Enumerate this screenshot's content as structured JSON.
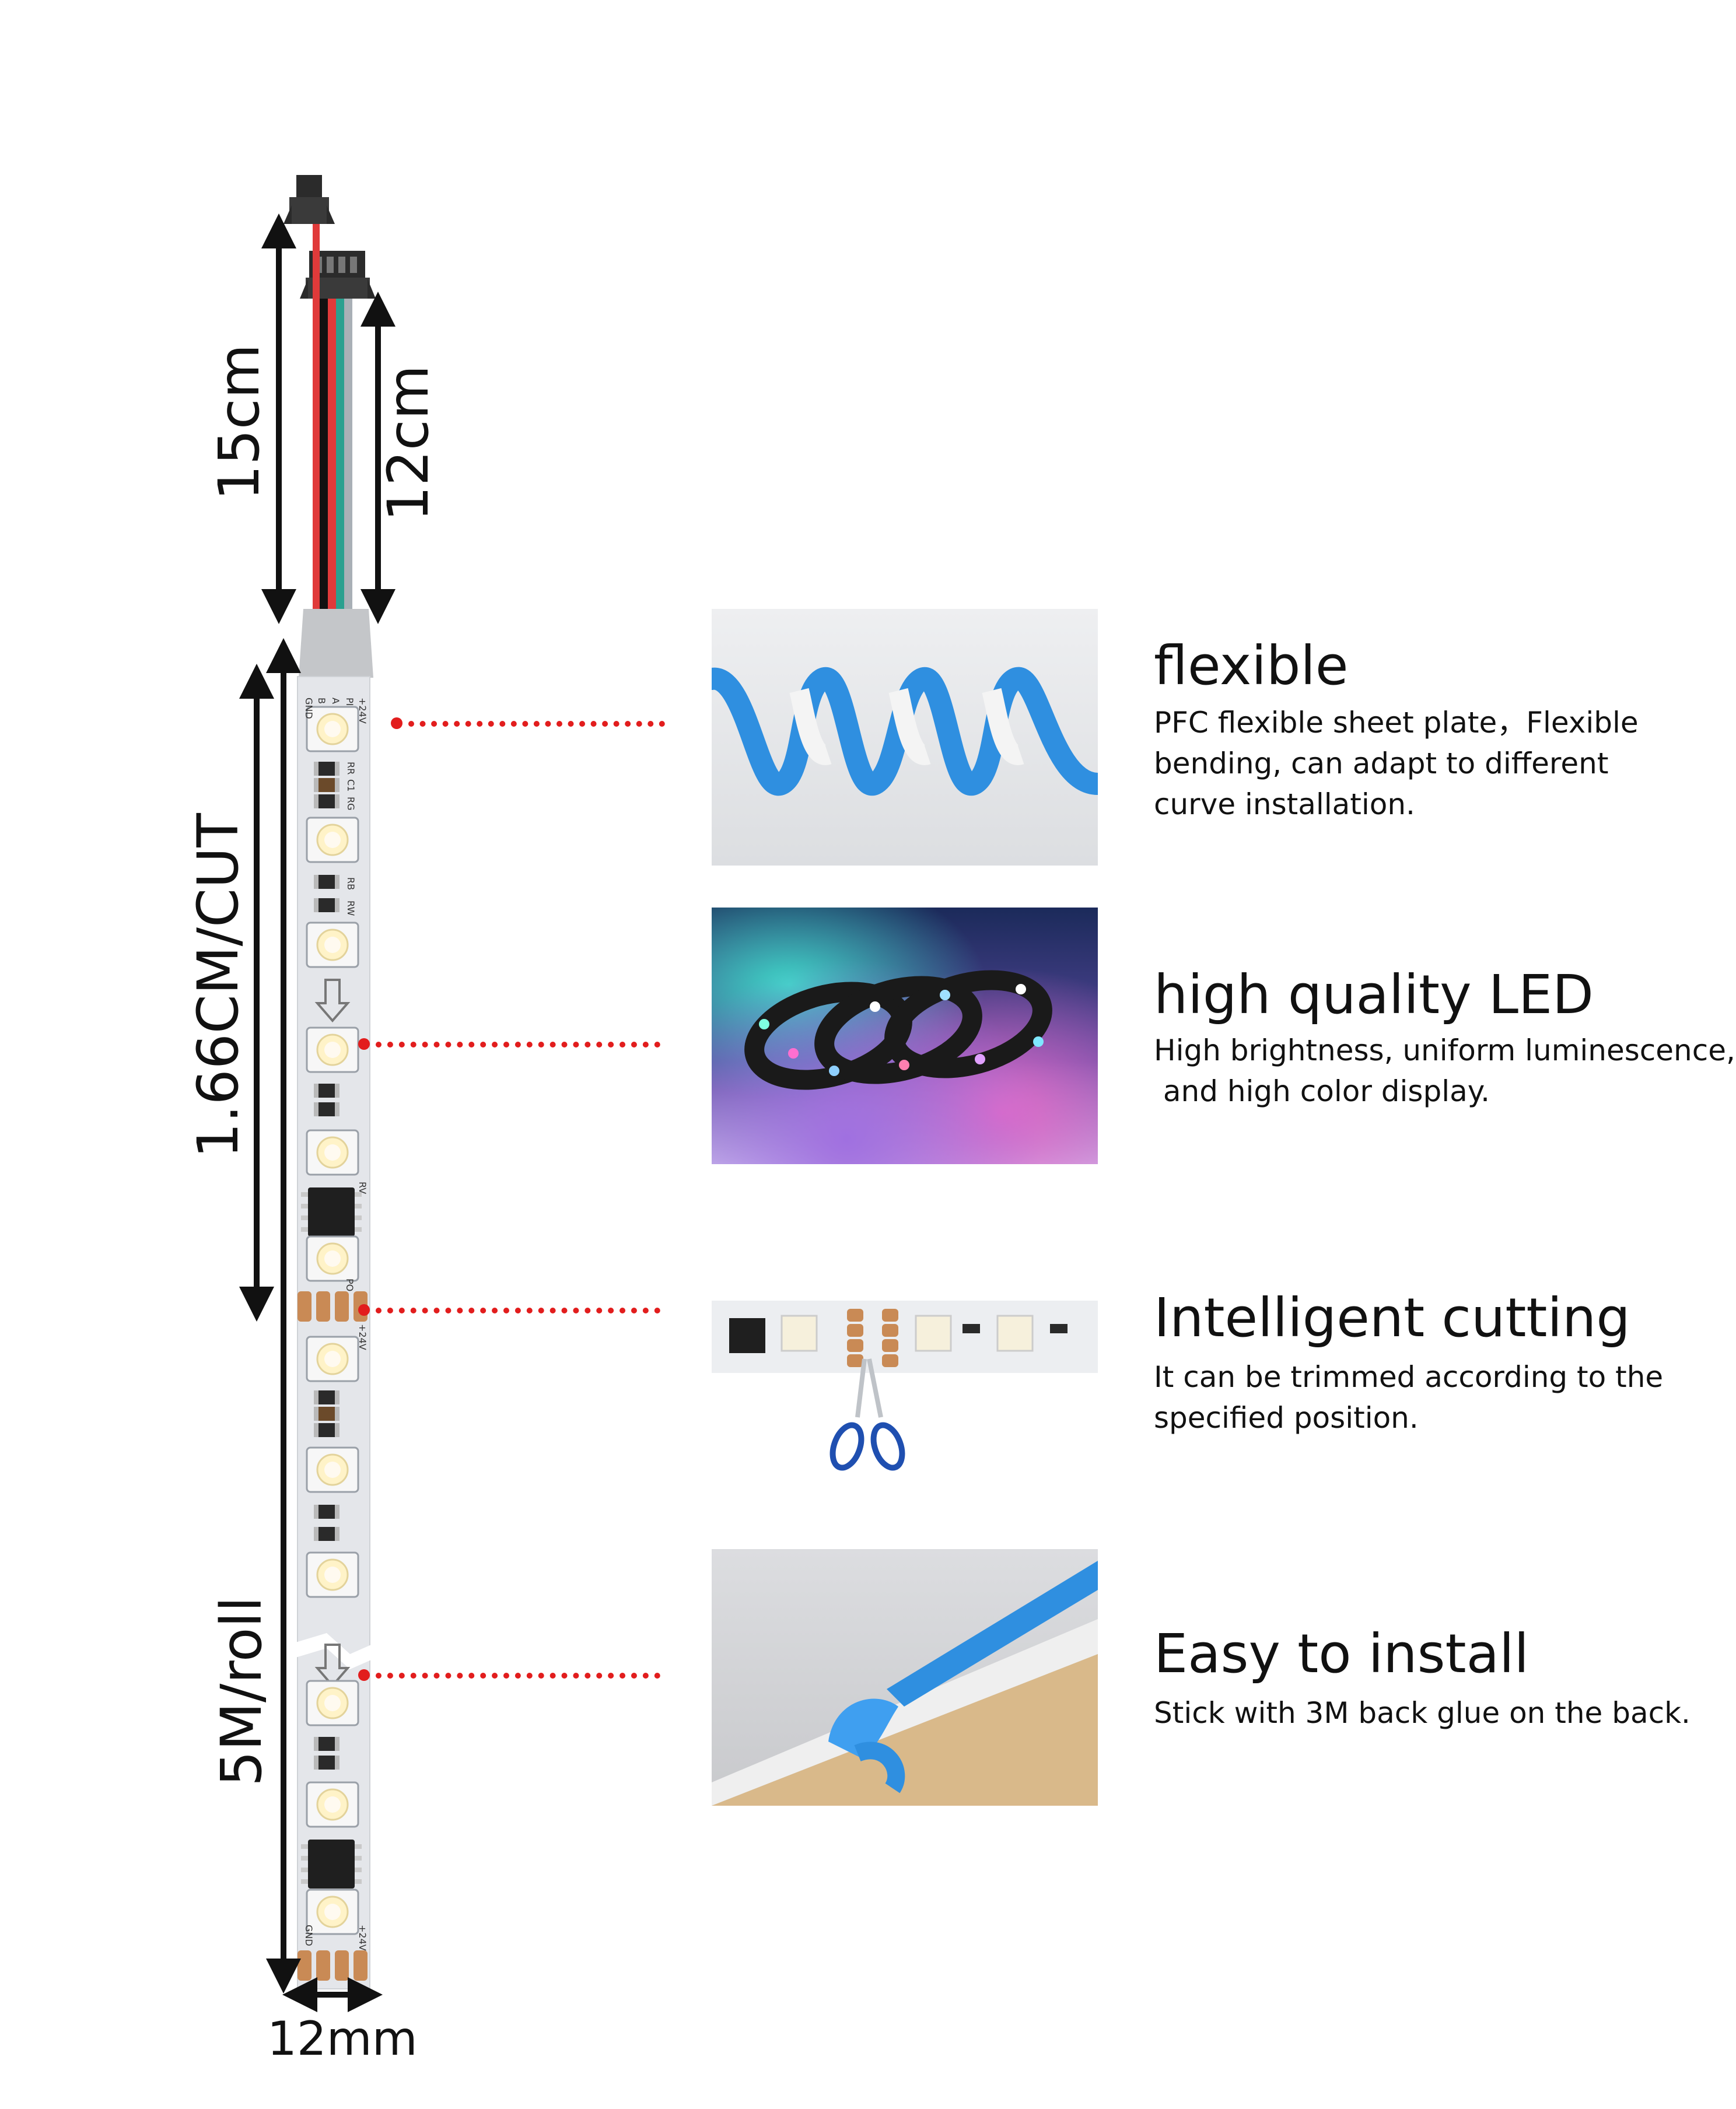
{
  "dimensions": {
    "lead_long": "15cm",
    "lead_short": "12cm",
    "cut_unit": "1.66CM/CUT",
    "roll_length": "5M/roll",
    "strip_width": "12mm"
  },
  "pcb_labels": {
    "plus24v": "+24V",
    "gnd": "GND",
    "pi": "PI",
    "po": "PO",
    "a": "A",
    "b": "B",
    "rr": "RR",
    "c1": "C1",
    "rg": "RG",
    "rb": "RB",
    "rw": "RW",
    "rv": "RV"
  },
  "features": [
    {
      "title": "flexible",
      "lines": [
        "PFC flexible sheet plate，Flexible",
        "bending, can adapt to different",
        "curve installation."
      ]
    },
    {
      "title": "high quality LED",
      "lines": [
        "High brightness, uniform luminescence,",
        " and high color display."
      ]
    },
    {
      "title": "Intelligent cutting",
      "lines": [
        "It can be trimmed according to the",
        "specified position."
      ]
    },
    {
      "title": "Easy to install",
      "lines": [
        "Stick with 3M back glue on the back."
      ]
    }
  ],
  "colors": {
    "leader": "#e21d1d",
    "strip": "#e4e6ea",
    "cable_red": "#e03a3a",
    "cable_teal": "#2aa08f",
    "cable_black": "#111111",
    "tape_blue": "#2f8fe0"
  }
}
